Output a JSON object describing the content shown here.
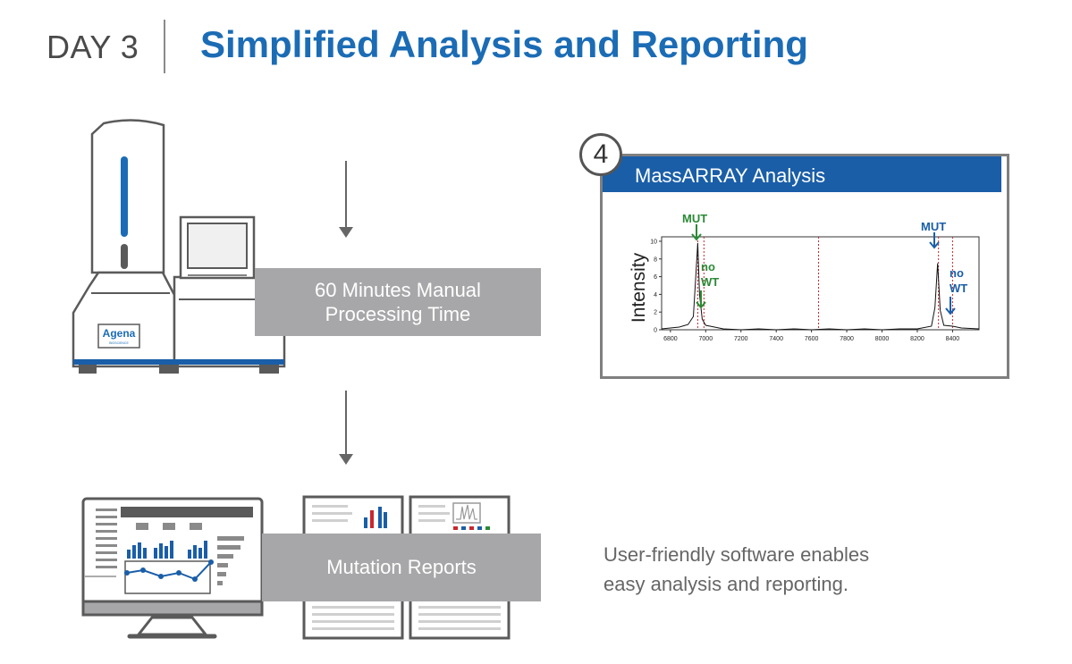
{
  "header": {
    "day": "DAY 3",
    "title": "Simplified Analysis and Reporting"
  },
  "instrument": {
    "logo_text": "Agena",
    "logo_sub": "BIOSCIENCE"
  },
  "processing": {
    "line1": "60 Minutes Manual",
    "line2": "Processing Time"
  },
  "analysis": {
    "step_number": "4",
    "title": "MassARRAY Analysis",
    "y_label": "Intensity",
    "annotations": {
      "mut_left": "MUT",
      "no_wt_left_1": "no",
      "no_wt_left_2": "WT",
      "mut_right": "MUT",
      "no_wt_right_1": "no",
      "no_wt_right_2": "WT"
    }
  },
  "chart_data": {
    "type": "line",
    "xlabel": "",
    "ylabel": "Intensity",
    "xlim": [
      6750,
      8550
    ],
    "ylim": [
      0,
      10.5
    ],
    "x_ticks": [
      "6800",
      "7000",
      "7200",
      "7400",
      "7600",
      "7800",
      "8000",
      "8200",
      "8400"
    ],
    "y_ticks": [
      "0",
      "2",
      "4",
      "6",
      "8",
      "10"
    ],
    "reference_lines_x": [
      6955,
      6990,
      7640,
      8320,
      8400
    ],
    "series": [
      {
        "values": [
          [
            6750,
            0.1
          ],
          [
            6800,
            0.2
          ],
          [
            6850,
            0.3
          ],
          [
            6900,
            0.6
          ],
          [
            6930,
            1.5
          ],
          [
            6945,
            6.5
          ],
          [
            6955,
            9.8
          ],
          [
            6965,
            4.0
          ],
          [
            6980,
            1.2
          ],
          [
            7000,
            0.5
          ],
          [
            7050,
            0.3
          ],
          [
            7100,
            0.1
          ],
          [
            7200,
            0.0
          ],
          [
            7300,
            0.1
          ],
          [
            7400,
            0.0
          ],
          [
            7500,
            0.1
          ],
          [
            7600,
            0.0
          ],
          [
            7700,
            0.1
          ],
          [
            7800,
            0.0
          ],
          [
            7900,
            0.1
          ],
          [
            8000,
            0.0
          ],
          [
            8100,
            0.1
          ],
          [
            8200,
            0.1
          ],
          [
            8280,
            0.4
          ],
          [
            8300,
            2.5
          ],
          [
            8315,
            7.5
          ],
          [
            8330,
            2.2
          ],
          [
            8350,
            0.5
          ],
          [
            8400,
            0.4
          ],
          [
            8450,
            0.2
          ],
          [
            8550,
            0.1
          ]
        ]
      }
    ]
  },
  "reports": {
    "label": "Mutation Reports"
  },
  "caption": {
    "line1": "User-friendly software enables",
    "line2": "easy analysis and reporting."
  },
  "colors": {
    "title_blue": "#1b6cb5",
    "header_blue": "#1a5ea8",
    "mut_green": "#2a8a35",
    "bar_gray": "#a7a7a9"
  }
}
